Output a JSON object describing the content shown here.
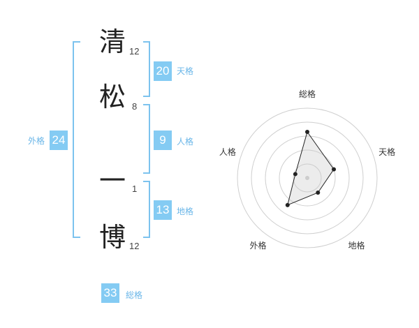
{
  "name": {
    "chars": [
      {
        "char": "清",
        "strokes": "12"
      },
      {
        "char": "松",
        "strokes": "8"
      },
      {
        "char": "一",
        "strokes": "1"
      },
      {
        "char": "博",
        "strokes": "12"
      }
    ]
  },
  "kakusu": {
    "tenkaku": {
      "value": "20",
      "label": "天格"
    },
    "jinkaku": {
      "value": "9",
      "label": "人格"
    },
    "chikaku": {
      "value": "13",
      "label": "地格"
    },
    "gaikaku": {
      "value": "24",
      "label": "外格"
    },
    "soukaku": {
      "value": "33",
      "label": "総格"
    }
  },
  "colors": {
    "accent": "#84cbf3",
    "bracket": "#7cc3ee",
    "label": "#6ab6e8"
  },
  "chart_data": {
    "type": "radar",
    "axes": [
      "総格",
      "天格",
      "地格",
      "外格",
      "人格"
    ],
    "values": [
      33,
      20,
      13,
      24,
      9
    ],
    "rings": 5,
    "grid": true
  }
}
